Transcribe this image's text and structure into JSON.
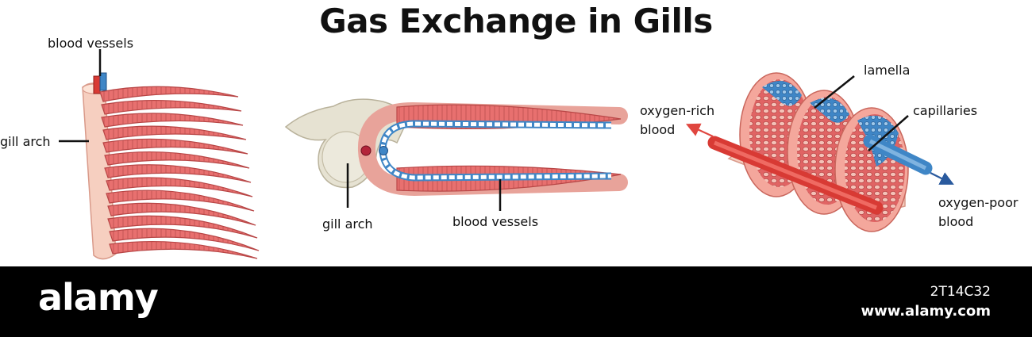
{
  "title": "Gas Exchange in Gills",
  "labels": {
    "gill_arch_left": "gill arch",
    "blood_vessels_top": "blood vessels",
    "gill_arch_middle": "gill arch",
    "blood_vessels_middle": "blood vessels",
    "lamella": "lamella",
    "capillaries": "capillaries",
    "oxygen_rich": [
      "oxygen-rich",
      "blood"
    ],
    "oxygen_poor": [
      "oxygen-poor",
      "blood"
    ]
  },
  "colors": {
    "filament": "#e8706f",
    "filament_dark": "#c94e4e",
    "oxygen_rich_vessel": "#d83a34",
    "oxygen_poor_vessel": "#3f86c6",
    "bone": "#e6e2d2",
    "arch_skin": "#f6cfc0"
  },
  "watermark": {
    "brand": "alamy",
    "image_id": "2T14C32",
    "site": "www.alamy.com"
  }
}
